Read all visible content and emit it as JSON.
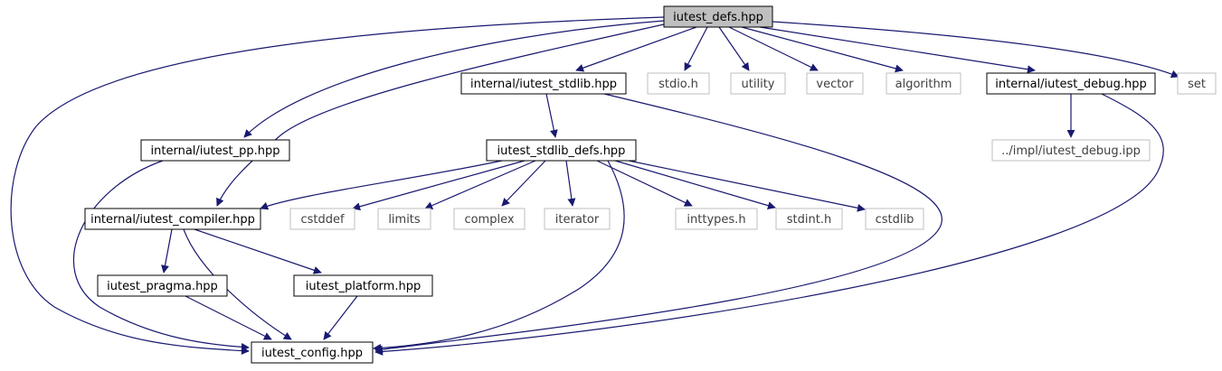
{
  "colors": {
    "edge": "#191970",
    "root_fill": "#bfbfbf",
    "node_fill": "#ffffff",
    "node_border": "#000000",
    "external_border": "#bfbfbf",
    "text": "#000000",
    "external_text": "#404040"
  },
  "nodes": [
    {
      "id": "iutest_defs",
      "label": "iutest_defs.hpp",
      "kind": "root"
    },
    {
      "id": "stdlib",
      "label": "internal/iutest_stdlib.hpp",
      "kind": "file"
    },
    {
      "id": "stdio",
      "label": "stdio.h",
      "kind": "external"
    },
    {
      "id": "utility",
      "label": "utility",
      "kind": "external"
    },
    {
      "id": "vector",
      "label": "vector",
      "kind": "external"
    },
    {
      "id": "algorithm",
      "label": "algorithm",
      "kind": "external"
    },
    {
      "id": "debug",
      "label": "internal/iutest_debug.hpp",
      "kind": "file"
    },
    {
      "id": "set",
      "label": "set",
      "kind": "external"
    },
    {
      "id": "pp",
      "label": "internal/iutest_pp.hpp",
      "kind": "file"
    },
    {
      "id": "stdlib_defs",
      "label": "iutest_stdlib_defs.hpp",
      "kind": "file"
    },
    {
      "id": "debug_ipp",
      "label": "../impl/iutest_debug.ipp",
      "kind": "external"
    },
    {
      "id": "compiler",
      "label": "internal/iutest_compiler.hpp",
      "kind": "file"
    },
    {
      "id": "cstddef",
      "label": "cstddef",
      "kind": "external"
    },
    {
      "id": "limits",
      "label": "limits",
      "kind": "external"
    },
    {
      "id": "complex",
      "label": "complex",
      "kind": "external"
    },
    {
      "id": "iterator",
      "label": "iterator",
      "kind": "external"
    },
    {
      "id": "inttypes",
      "label": "inttypes.h",
      "kind": "external"
    },
    {
      "id": "stdint",
      "label": "stdint.h",
      "kind": "external"
    },
    {
      "id": "cstdlib",
      "label": "cstdlib",
      "kind": "external"
    },
    {
      "id": "pragma",
      "label": "iutest_pragma.hpp",
      "kind": "file"
    },
    {
      "id": "platform",
      "label": "iutest_platform.hpp",
      "kind": "file"
    },
    {
      "id": "config",
      "label": "iutest_config.hpp",
      "kind": "file"
    }
  ],
  "edges": [
    {
      "from": "iutest_defs",
      "to": "stdlib"
    },
    {
      "from": "iutest_defs",
      "to": "stdio"
    },
    {
      "from": "iutest_defs",
      "to": "utility"
    },
    {
      "from": "iutest_defs",
      "to": "vector"
    },
    {
      "from": "iutest_defs",
      "to": "algorithm"
    },
    {
      "from": "iutest_defs",
      "to": "debug"
    },
    {
      "from": "iutest_defs",
      "to": "set"
    },
    {
      "from": "iutest_defs",
      "to": "pp"
    },
    {
      "from": "iutest_defs",
      "to": "compiler"
    },
    {
      "from": "iutest_defs",
      "to": "config"
    },
    {
      "from": "stdlib",
      "to": "stdlib_defs"
    },
    {
      "from": "stdlib",
      "to": "config"
    },
    {
      "from": "debug",
      "to": "debug_ipp"
    },
    {
      "from": "debug",
      "to": "config"
    },
    {
      "from": "pp",
      "to": "config"
    },
    {
      "from": "stdlib_defs",
      "to": "compiler"
    },
    {
      "from": "stdlib_defs",
      "to": "cstddef"
    },
    {
      "from": "stdlib_defs",
      "to": "limits"
    },
    {
      "from": "stdlib_defs",
      "to": "complex"
    },
    {
      "from": "stdlib_defs",
      "to": "iterator"
    },
    {
      "from": "stdlib_defs",
      "to": "inttypes"
    },
    {
      "from": "stdlib_defs",
      "to": "stdint"
    },
    {
      "from": "stdlib_defs",
      "to": "cstdlib"
    },
    {
      "from": "stdlib_defs",
      "to": "config"
    },
    {
      "from": "compiler",
      "to": "pragma"
    },
    {
      "from": "compiler",
      "to": "platform"
    },
    {
      "from": "compiler",
      "to": "config"
    },
    {
      "from": "pragma",
      "to": "config"
    },
    {
      "from": "platform",
      "to": "config"
    }
  ]
}
